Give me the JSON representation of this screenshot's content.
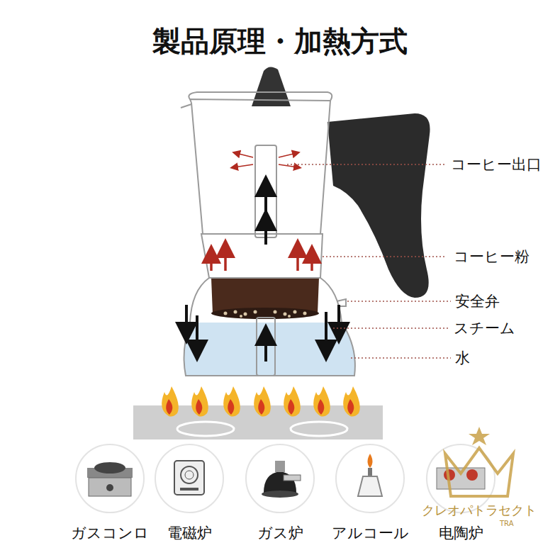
{
  "diagram": {
    "title": "製品原理・加熱方式",
    "labels": [
      "コーヒー出口",
      "コーヒー粉",
      "安全弁",
      "スチーム",
      "水",
      "ガスコンロ",
      "電磁炉",
      "ガス炉",
      "アルコール",
      "电陶炉",
      "クレオパトラセクト",
      "TRA"
    ]
  }
}
